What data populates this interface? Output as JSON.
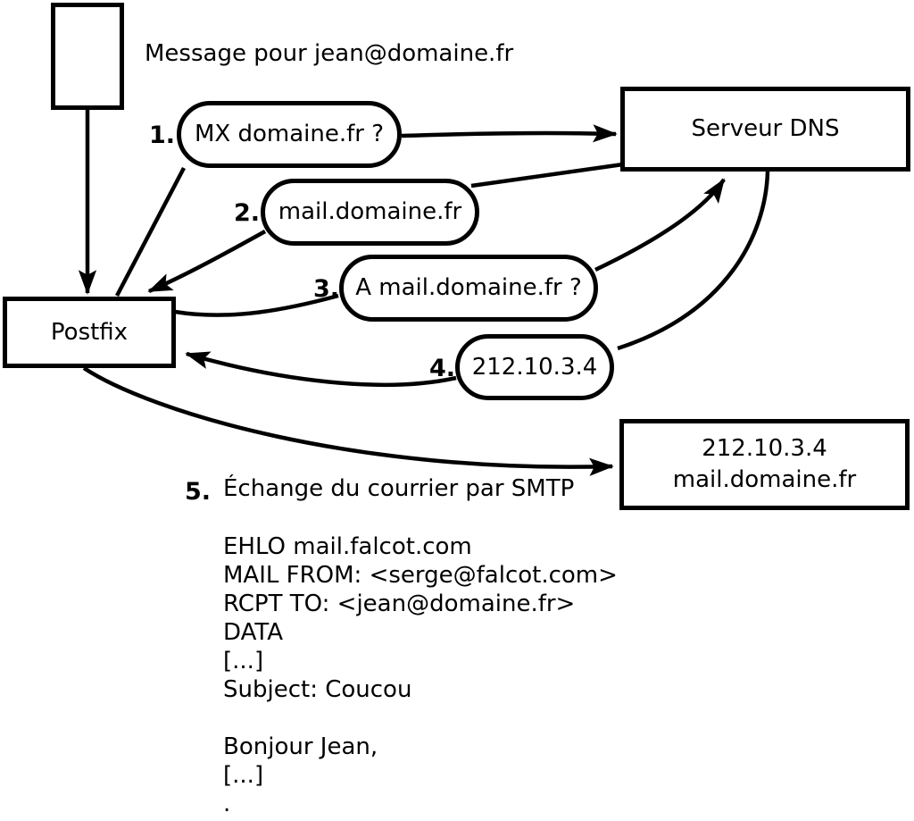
{
  "title": "Message pour jean@domaine.fr",
  "nodes": {
    "postfix": {
      "label": "Postfix"
    },
    "dns": {
      "label": "Serveur DNS"
    },
    "mailserver": {
      "line1": "212.10.3.4",
      "line2": "mail.domaine.fr"
    }
  },
  "steps": [
    {
      "num": "1.",
      "label": "MX domaine.fr ?"
    },
    {
      "num": "2.",
      "label": "mail.domaine.fr"
    },
    {
      "num": "3.",
      "label": "A mail.domaine.fr ?"
    },
    {
      "num": "4.",
      "label": "212.10.3.4"
    },
    {
      "num": "5.",
      "label": "Échange du courrier par SMTP"
    }
  ],
  "smtp": {
    "lines": [
      "EHLO mail.falcot.com",
      "MAIL FROM: <serge@falcot.com>",
      "RCPT TO: <jean@domaine.fr>",
      "DATA",
      "[...]",
      "Subject: Coucou",
      "",
      "Bonjour Jean,",
      "[...]",
      "."
    ]
  },
  "colors": {
    "stroke": "#000000",
    "background": "#ffffff"
  }
}
